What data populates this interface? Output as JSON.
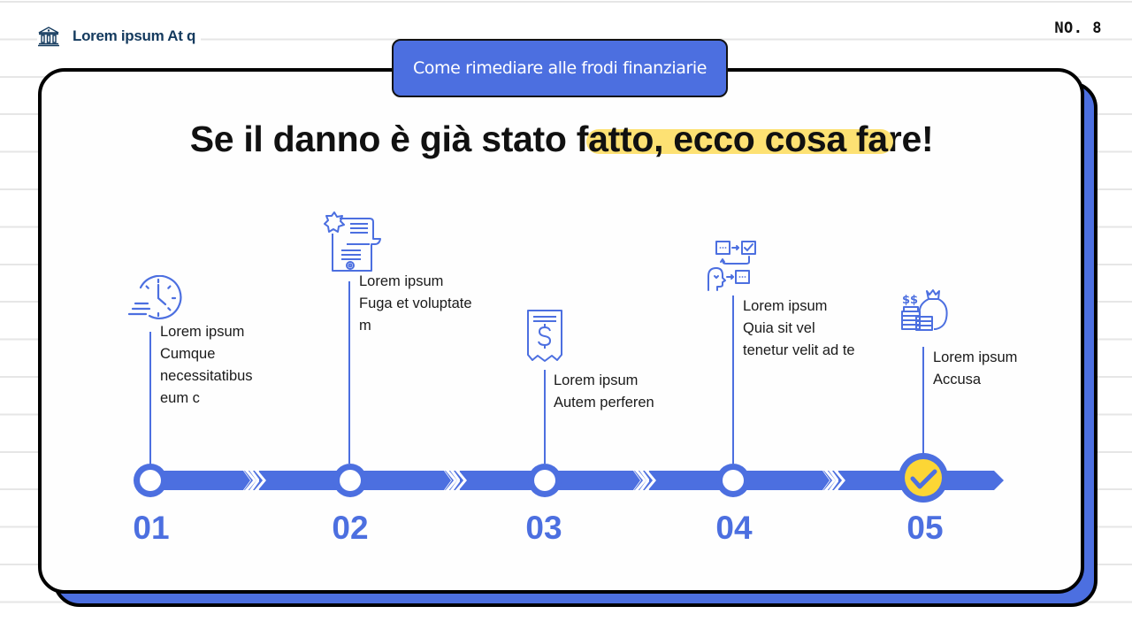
{
  "header": {
    "brand_icon": "bank-building-icon",
    "brand_name": "Lorem ipsum At q",
    "page_number": "NO. 8"
  },
  "tag": {
    "label": "Come rimediare alle frodi finanziarie"
  },
  "title": {
    "prefix": "Se il danno è già stato f",
    "highlight": "atto, ecco cosa fa",
    "suffix": "re!"
  },
  "colors": {
    "accent": "#4c6fe0",
    "highlight": "#fde173",
    "check_fill": "#fcd635",
    "brand_text": "#143a5e"
  },
  "timeline": {
    "steps": [
      {
        "number": "01",
        "icon": "clock-speed-icon",
        "title": "Lorem ipsum",
        "lines": [
          "Cumque",
          "necessitatibus",
          "eum c"
        ]
      },
      {
        "number": "02",
        "icon": "certificate-document-icon",
        "title": "Lorem ipsum",
        "lines": [
          "Fuga et voluptate",
          "m"
        ]
      },
      {
        "number": "03",
        "icon": "receipt-dollar-icon",
        "title": "Lorem ipsum",
        "lines": [
          "Autem perferen"
        ]
      },
      {
        "number": "04",
        "icon": "decision-process-icon",
        "title": "Lorem ipsum",
        "lines": [
          "Quia sit vel",
          "tenetur velit ad te"
        ]
      },
      {
        "number": "05",
        "icon": "money-bag-coins-icon",
        "title": "Lorem ipsum",
        "lines": [
          "Accusa"
        ],
        "completed": true
      }
    ]
  }
}
